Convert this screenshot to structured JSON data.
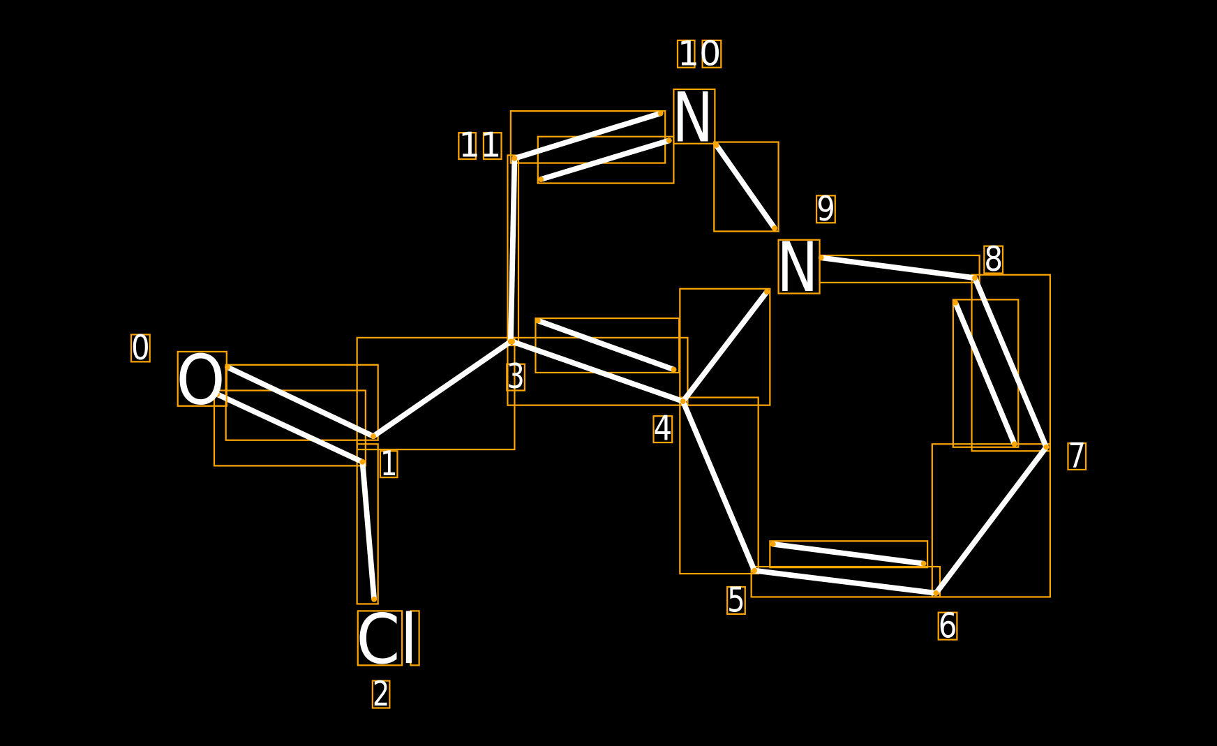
{
  "colors": {
    "background": "#000000",
    "bond": "#ffffff",
    "box": "#ffa500",
    "text": "#ffffff"
  },
  "atoms": [
    {
      "index": "0",
      "symbol": "O"
    },
    {
      "index": "1",
      "symbol": ""
    },
    {
      "index": "2",
      "symbol": "Cl"
    },
    {
      "index": "3",
      "symbol": ""
    },
    {
      "index": "4",
      "symbol": ""
    },
    {
      "index": "5",
      "symbol": ""
    },
    {
      "index": "6",
      "symbol": ""
    },
    {
      "index": "7",
      "symbol": ""
    },
    {
      "index": "8",
      "symbol": ""
    },
    {
      "index": "9",
      "symbol": "N"
    },
    {
      "index": "10",
      "symbol": "N"
    },
    {
      "index": "11",
      "symbol": ""
    }
  ],
  "bonds": [
    {
      "from": 0,
      "to": 1,
      "order": 2
    },
    {
      "from": 1,
      "to": 3,
      "order": 1
    },
    {
      "from": 1,
      "to": 2,
      "order": 1
    },
    {
      "from": 3,
      "to": 11,
      "order": 1
    },
    {
      "from": 11,
      "to": 10,
      "order": 2
    },
    {
      "from": 10,
      "to": 9,
      "order": 1
    },
    {
      "from": 3,
      "to": 4,
      "order": 2
    },
    {
      "from": 4,
      "to": 9,
      "order": 1
    },
    {
      "from": 9,
      "to": 8,
      "order": 1
    },
    {
      "from": 8,
      "to": 7,
      "order": 2
    },
    {
      "from": 7,
      "to": 6,
      "order": 1
    },
    {
      "from": 6,
      "to": 5,
      "order": 2
    },
    {
      "from": 5,
      "to": 4,
      "order": 1
    }
  ]
}
